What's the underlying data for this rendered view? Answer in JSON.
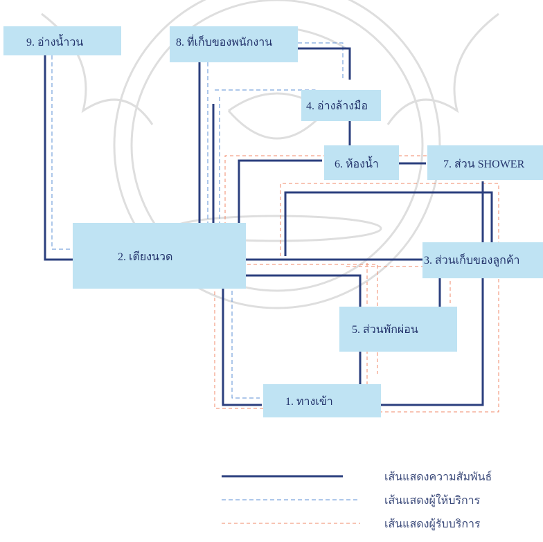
{
  "nodes": {
    "n9": "9.  อ่างน้ำวน",
    "n8": "8.  ที่เก็บของพนักงาน",
    "n4": "4.  อ่างล้างมือ",
    "n6": "6.  ห้องน้ำ",
    "n7": "7.  ส่วน SHOWER",
    "n2": "2.  เตียงนวด",
    "n3": "3.  ส่วนเก็บของลูกค้า",
    "n5": "5.  ส่วนพักผ่อน",
    "n1": "1.   ทางเข้า"
  },
  "legend": {
    "relation": "เส้นแสดงความสัมพันธ์",
    "provider": "เส้นแสดงผู้ให้บริการ",
    "customer": "เส้นแสดงผู้รับบริการ"
  },
  "colors": {
    "node_fill": "#bfe3f3",
    "relation": "#2b3f7e",
    "provider": "#5b8fd6",
    "customer": "#f08a6a"
  }
}
